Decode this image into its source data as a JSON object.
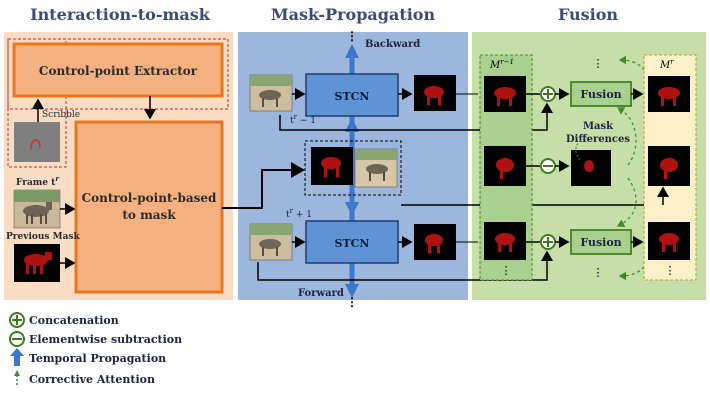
{
  "sections": {
    "interaction": "Interaction-to-mask",
    "propagation": "Mask-Propagation",
    "fusion": "Fusion"
  },
  "interaction_panel": {
    "extractor": "Control-point Extractor",
    "scribble": "Scribble",
    "converter_line1": "Control-point-based",
    "converter_line2": "to mask",
    "frame_label": "Frame t",
    "frame_label_sup": "r",
    "prev_mask_label": "Previous Mask"
  },
  "propagation_panel": {
    "backward": "Backward",
    "forward": "Forward",
    "stcn_top": "STCN",
    "stcn_bottom": "STCN",
    "t_minus": "t",
    "t_minus_sup": "r",
    "t_minus_suffix": " − 1",
    "t_plus": "t",
    "t_plus_sup": "r",
    "t_plus_suffix": " + 1",
    "ellipsis_top": "⋮",
    "ellipsis_bottom": "⋮"
  },
  "fusion_panel": {
    "m_prev": "M",
    "m_prev_sup": "r−1",
    "m_cur": "M",
    "m_cur_sup": "r",
    "fusion_top": "Fusion",
    "fusion_bottom": "Fusion",
    "mask_diff_line1": "Mask",
    "mask_diff_line2": "Differences",
    "dots": "⋮"
  },
  "legend": {
    "concat": "Concatenation",
    "subtract": "Elementwise subtraction",
    "temporal": "Temporal Propagation",
    "corrective": "Corrective Attention"
  },
  "colors": {
    "interaction_bg": "#f9dcc4",
    "orange_box": "#f5b07f",
    "orange_border": "#e8781f",
    "propagation_bg": "#9db6dd",
    "stcn_fill": "#5e93d6",
    "fusion_bg": "#c6dfa8",
    "fusion_box": "#a9d08e",
    "green_border": "#4e8a2c",
    "mask_red": "#b01212",
    "arrow_blue": "#3a78c9",
    "title_blue": "#3c4a78"
  }
}
